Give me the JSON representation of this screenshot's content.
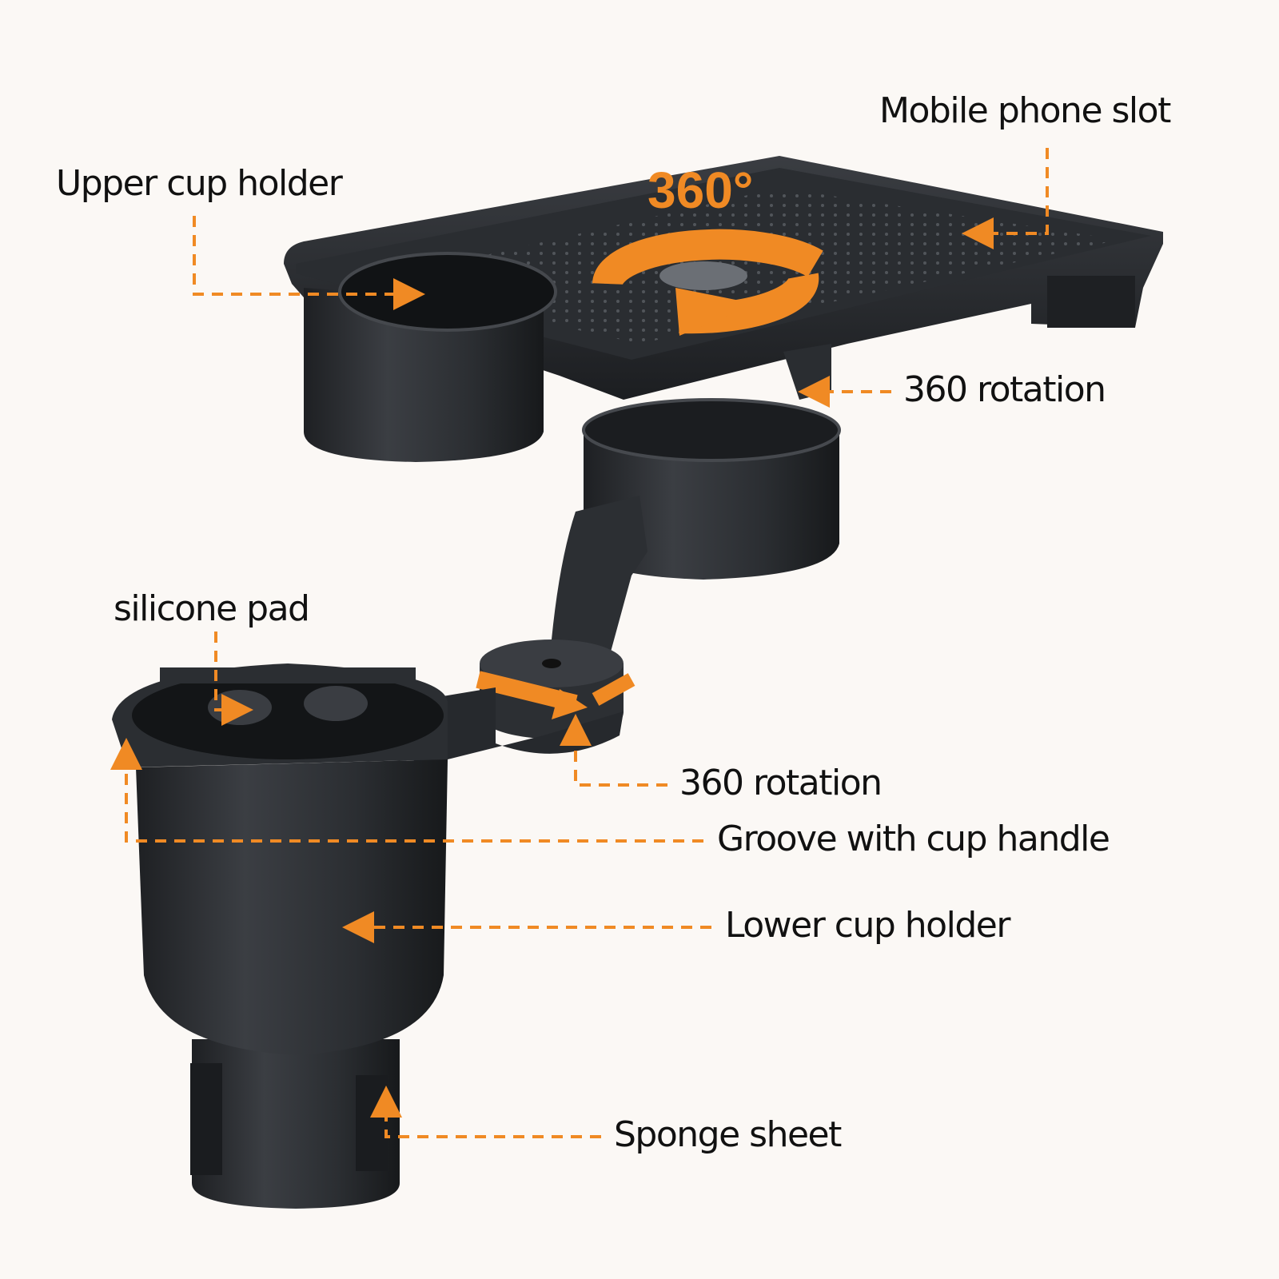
{
  "labels": {
    "upper_cup_holder": "Upper cup holder",
    "mobile_phone_slot": "Mobile phone slot",
    "rotation_360_top": "360 rotation",
    "silicone_pad": "silicone pad",
    "rotation_360_joint": "360 rotation",
    "groove_with_cup_handle": "Groove with cup handle",
    "lower_cup_holder": "Lower cup holder",
    "sponge_sheet": "Sponge sheet"
  },
  "badge": {
    "rotation_degrees": "360°"
  },
  "colors": {
    "accent": "#f08a24",
    "product": "#2f3236",
    "product_dark": "#1c1e21",
    "background": "#fbf8f5",
    "text": "#111111"
  }
}
